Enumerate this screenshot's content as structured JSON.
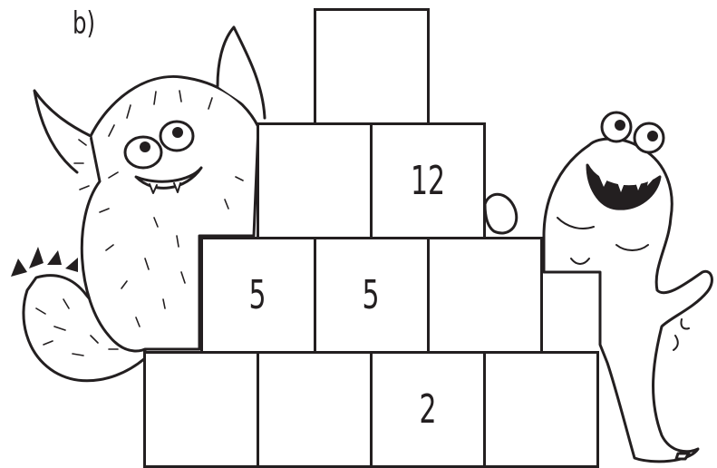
{
  "exercise_label": "b)",
  "pyramid": {
    "rows": [
      [
        "",
        "",
        "2",
        ""
      ],
      [
        "5",
        "5",
        ""
      ],
      [
        "",
        "12"
      ],
      [
        ""
      ]
    ]
  },
  "illustrations": {
    "left": "furry-monster",
    "right": "slime-monster"
  },
  "colors": {
    "ink": "#231f20",
    "background": "#ffffff"
  }
}
